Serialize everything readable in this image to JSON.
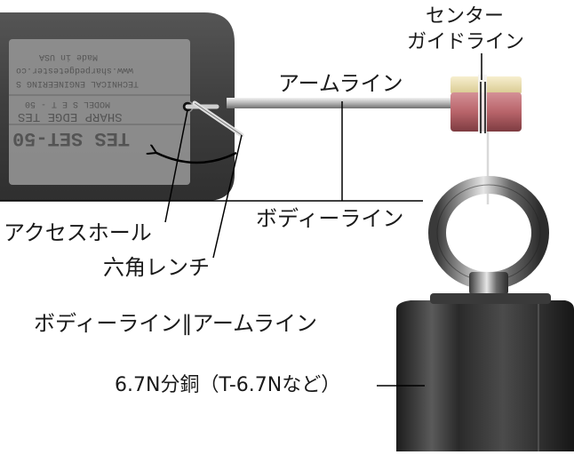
{
  "labels": {
    "center_guide_line": [
      "センター",
      "ガイドライン"
    ],
    "arm_line": "アームライン",
    "body_line": "ボディーライン",
    "access_hole": "アクセスホール",
    "hex_wrench": "六角レンチ",
    "parallel_note": "ボディーライン∥アームライン",
    "weight": "6.7N分銅（T-6.7Nなど）"
  },
  "device_text": {
    "model_big": "TES SET-50",
    "product": "SHARP EDGE TES",
    "model_small": "MODEL S E T - 50",
    "company": "TECHNICAL ENGINEERING S",
    "url": "www.sharpedgetester.co",
    "made_in": "Made in USA"
  },
  "colors": {
    "body": "#454545",
    "label_plate": "#9a9a9a",
    "rod": "#c8c8c8",
    "mandrel_tape_cream": "#ede2b4",
    "mandrel_tape_red": "#b8646a",
    "weight_body": "#2a2a2a",
    "line": "#000000"
  }
}
